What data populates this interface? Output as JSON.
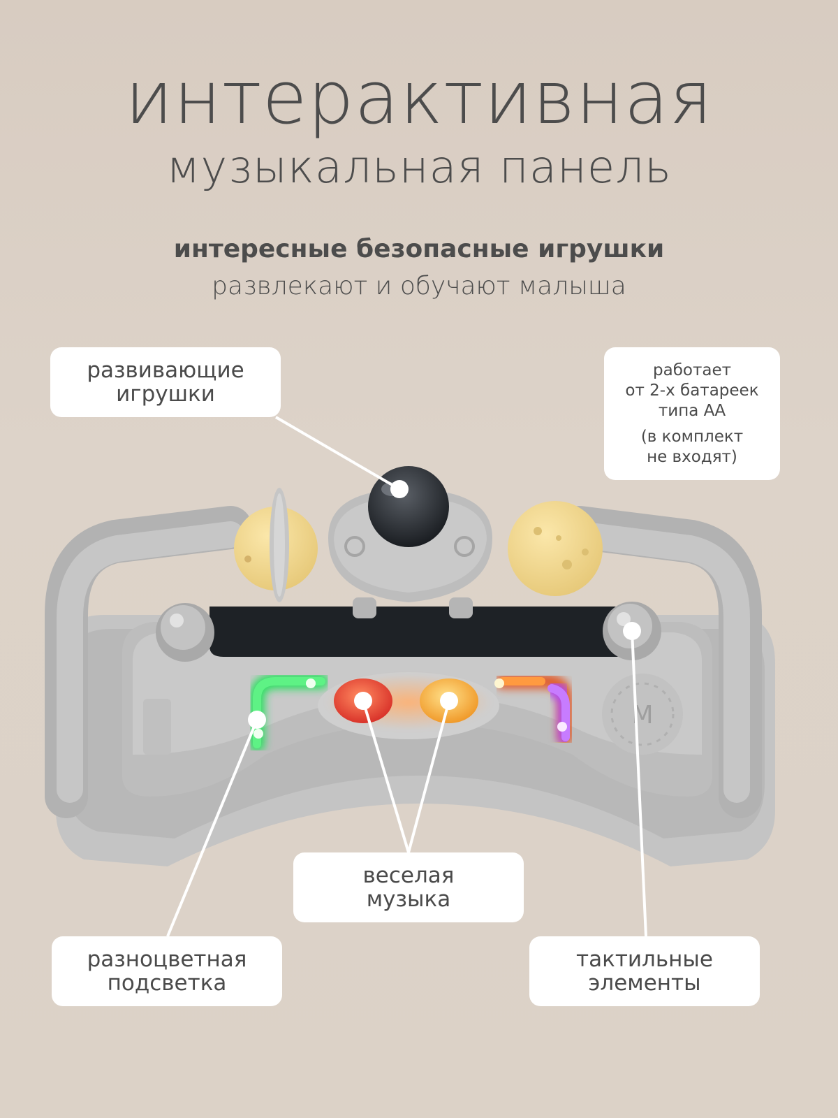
{
  "headline": {
    "title_line1": "интерактивная",
    "title_line2": "музыкальная панель"
  },
  "subheadline": {
    "line1": "интересные безопасные игрушки",
    "line2": "развлекают и обучают малыша"
  },
  "callouts": {
    "toys": {
      "line1": "развивающие",
      "line2": "игрушки"
    },
    "battery": {
      "line1": "работает",
      "line2": "от 2-х батареек",
      "line3": "типа АА",
      "note1": "(в комплект",
      "note2": "не входят)"
    },
    "music": {
      "line1": "веселая",
      "line2": "музыка"
    },
    "lights": {
      "line1": "разноцветная",
      "line2": "подсветка"
    },
    "tactile": {
      "line1": "тактильные",
      "line2": "элементы"
    }
  },
  "colors": {
    "background": "#dcd2c7",
    "callout_bg": "#ffffff",
    "text": "#4a4a4a",
    "toy_body": "#b9b9b9",
    "toy_yellow": "#f0d68a",
    "button_red": "#e8473a",
    "button_orange": "#f5a63a",
    "led_green": "#3ee86a",
    "led_purple": "#a44af0"
  }
}
